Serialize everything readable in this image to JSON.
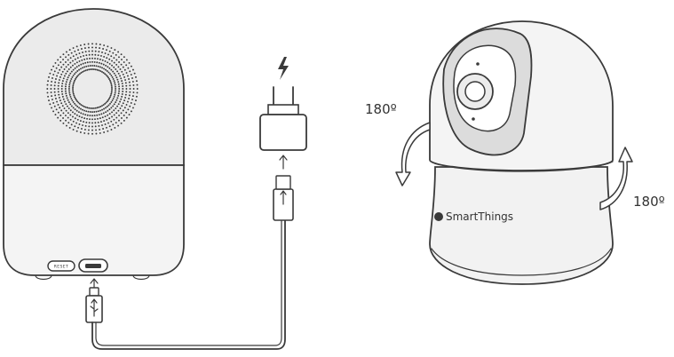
{
  "hub": {
    "reset_label": "RESET"
  },
  "camera": {
    "brand_label": "SmartThings"
  },
  "rotation": {
    "left_angle": "180º",
    "right_angle": "180º"
  },
  "colors": {
    "stroke": "#3a3a3a",
    "hub_top_fill": "#ebebeb",
    "hub_bottom_fill": "#f2f2f2",
    "camera_fill": "#f0f0f0"
  }
}
